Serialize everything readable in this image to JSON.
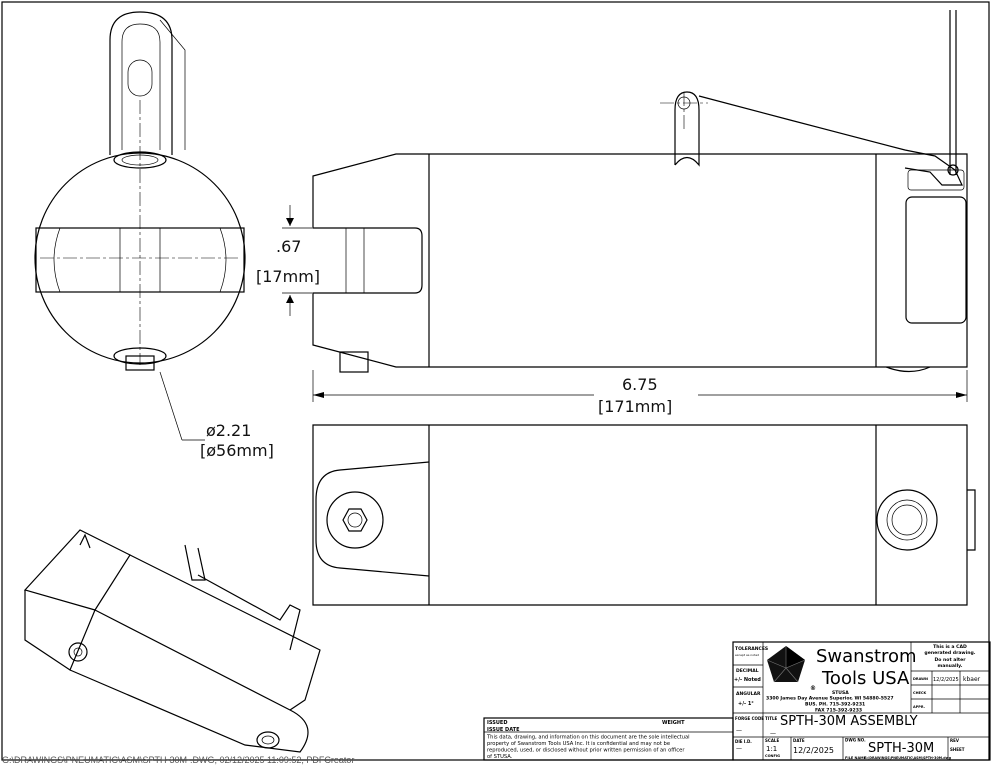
{
  "dimensions": {
    "slot_width": ".67",
    "slot_width_mm": "[17mm]",
    "length": "6.75",
    "length_mm": "[171mm]",
    "diameter": "ø2.21",
    "diameter_mm": "[ø56mm]"
  },
  "title_block": {
    "tolerances_label": "TOLERANCES",
    "tolerances_sub": "except as noted",
    "decimal_label": "DECIMAL",
    "decimal_value": "+/- Noted",
    "angular_label": "ANGULAR",
    "angular_value": "+/- 1°",
    "company_line1": "Swanstrom",
    "company_line2": "Tools USA",
    "registered": "®",
    "company_abbr": "STUSA",
    "address": "3300 James Day Avenue Superior, WI 54880-5527",
    "phone": "BUS. PH. 715-392-9231",
    "fax": "FAX 715-392-9233",
    "cad_notice": [
      "This is a CAD",
      "generated drawing.",
      "Do not alter",
      "manually."
    ],
    "drawn_label": "DRAWN",
    "drawn_date": "12/2/2025",
    "drawn_by": "kbaer",
    "check_label": "CHECK",
    "appr_label": "APPR.",
    "forge_code_label": "FORGE CODE",
    "forge_code_value": "—",
    "title_label": "TITLE",
    "title": "SPTH-30M ASSEMBLY",
    "title_sub": "—",
    "die_id_label": "DIE I.D.",
    "die_id_value": "—",
    "scale_label": "SCALE",
    "scale_value": "1:1",
    "scale_sub": "CONFIG",
    "date_label": "DATE",
    "date_value": "12/2/2025",
    "dwg_no_label": "DWG NO.",
    "dwg_no": "SPTH-30M",
    "file_name_label": "FILE NAME",
    "file_name": "G:\\DRAWINGS\\PNEUMATIC\\ASM\\SPTH-30M.dwg",
    "rev_label": "REV",
    "sheet_label": "SHEET"
  },
  "issue_block": {
    "issued_label": "ISSUED",
    "weight_label": "WEIGHT",
    "issue_date_label": "ISSUE DATE",
    "notice": [
      "This data, drawing, and information on this document are the sole intellectual",
      "property of Swanstrom Tools USA Inc.  It is confidential and may not be",
      "reproduced, used, or disclosed without prior written permission of an officer",
      "of STUSA."
    ]
  },
  "footer": "G:\\DRAWINGS\\PNEUMATIC\\ASM\\SPTH-30M-.DWG, 02/12/2025 11:09:52, PDFCreator"
}
